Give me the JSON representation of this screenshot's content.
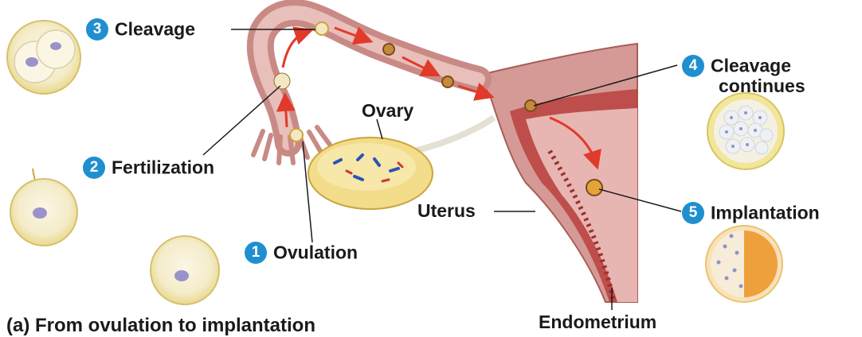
{
  "caption": "(a) From ovulation to implantation",
  "labels": {
    "step3": {
      "num": "3",
      "text": "Cleavage"
    },
    "step2": {
      "num": "2",
      "text": "Fertilization"
    },
    "step1": {
      "num": "1",
      "text": "Ovulation"
    },
    "step4": {
      "num": "4",
      "line1": "Cleavage",
      "line2": "continues"
    },
    "step5": {
      "num": "5",
      "text": "Implantation"
    },
    "ovary": "Ovary",
    "uterus": "Uterus",
    "endometrium": "Endometrium"
  },
  "colors": {
    "badge": "#1f8fd0",
    "tissue": "#c98a86",
    "ovary": "#f3dc8a",
    "arrow": "#e23a2a"
  }
}
